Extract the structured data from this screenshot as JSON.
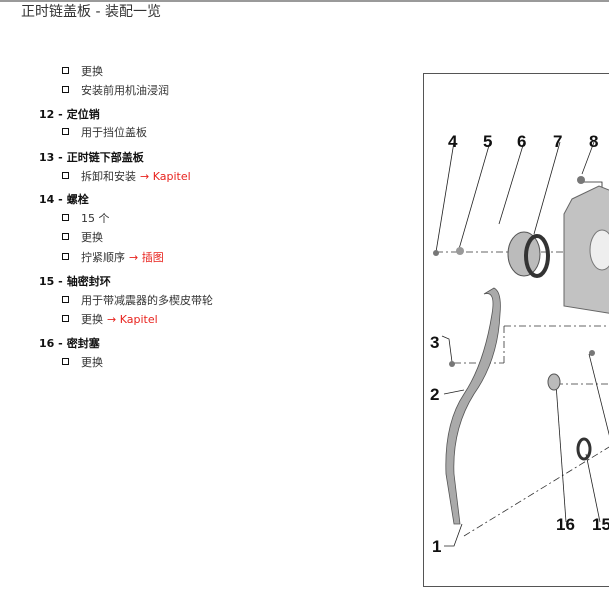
{
  "title": "正时链盖板 - 装配一览",
  "items": [
    {
      "type": "sub",
      "text": "更换"
    },
    {
      "type": "sub",
      "text": "安装前用机油浸润"
    },
    {
      "type": "head",
      "num": "12 -",
      "text": "定位销"
    },
    {
      "type": "sub",
      "text": "用于挡位盖板"
    },
    {
      "type": "head",
      "num": "13 -",
      "text": "正时链下部盖板"
    },
    {
      "type": "sub",
      "text": "拆卸和安装",
      "link": "→ Kapitel"
    },
    {
      "type": "head",
      "num": "14 -",
      "text": "螺栓"
    },
    {
      "type": "sub",
      "text": "15 个"
    },
    {
      "type": "sub",
      "text": "更换"
    },
    {
      "type": "sub",
      "text": "拧紧顺序",
      "link": "→ 插图"
    },
    {
      "type": "head",
      "num": "15 -",
      "text": "轴密封环"
    },
    {
      "type": "sub",
      "text": "用于带减震器的多楔皮带轮"
    },
    {
      "type": "sub",
      "text": "更换",
      "link": "→ Kapitel"
    },
    {
      "type": "head",
      "num": "16 -",
      "text": "密封塞"
    },
    {
      "type": "sub",
      "text": "更换"
    }
  ],
  "diagram": {
    "labels": [
      "1",
      "2",
      "3",
      "4",
      "5",
      "6",
      "7",
      "8",
      "15",
      "16"
    ]
  },
  "colors": {
    "link": "#e8231e"
  }
}
